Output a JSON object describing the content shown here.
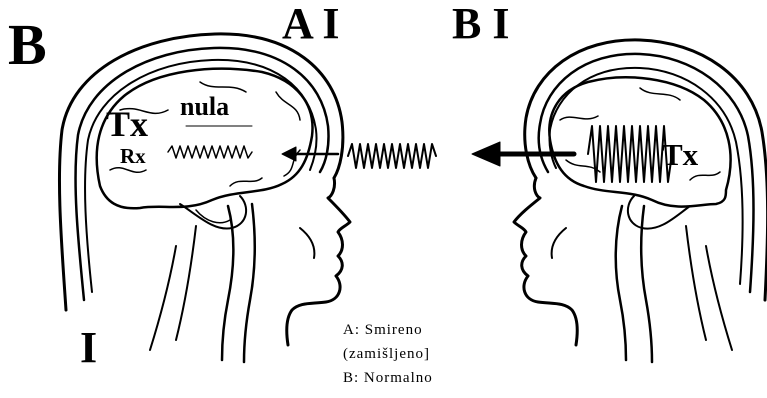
{
  "panel_label": "B",
  "panel_mark": "I",
  "person_a_label": "A I",
  "person_b_label": "B I",
  "left_head": {
    "tx": "Tx",
    "rx": "Rx",
    "signal": "nula"
  },
  "right_head": {
    "tx": "Tx"
  },
  "legend": [
    "A: Smireno",
    "(zamišljeno]",
    "B: Normalno"
  ],
  "colors": {
    "ink": "#000000",
    "background": "#ffffff"
  }
}
